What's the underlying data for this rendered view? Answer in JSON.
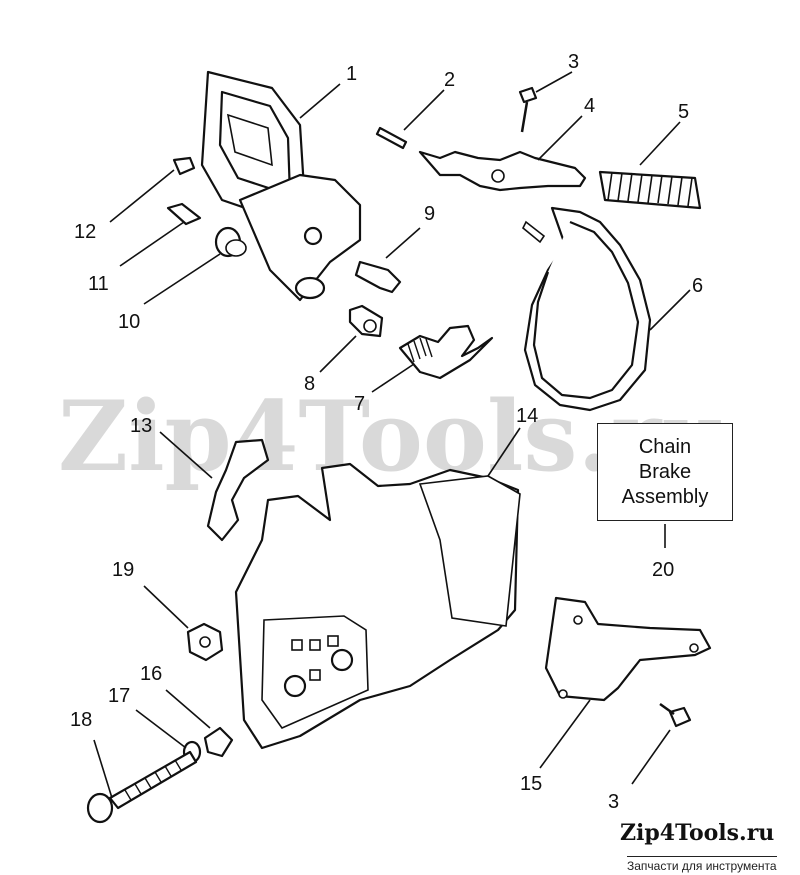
{
  "watermark": "Zip4Tools.ru",
  "brand": {
    "name": "Zip4Tools.ru",
    "tagline": "Запчасти для инструмента"
  },
  "assembly_box": {
    "lines": [
      "Chain",
      "Brake",
      "Assembly"
    ]
  },
  "callouts": {
    "c1": "1",
    "c2": "2",
    "c3a": "3",
    "c3b": "3",
    "c4": "4",
    "c5": "5",
    "c6": "6",
    "c7": "7",
    "c8": "8",
    "c9": "9",
    "c10": "10",
    "c11": "11",
    "c12": "12",
    "c13": "13",
    "c14": "14",
    "c15": "15",
    "c16": "16",
    "c17": "17",
    "c18": "18",
    "c19": "19",
    "c20": "20"
  }
}
